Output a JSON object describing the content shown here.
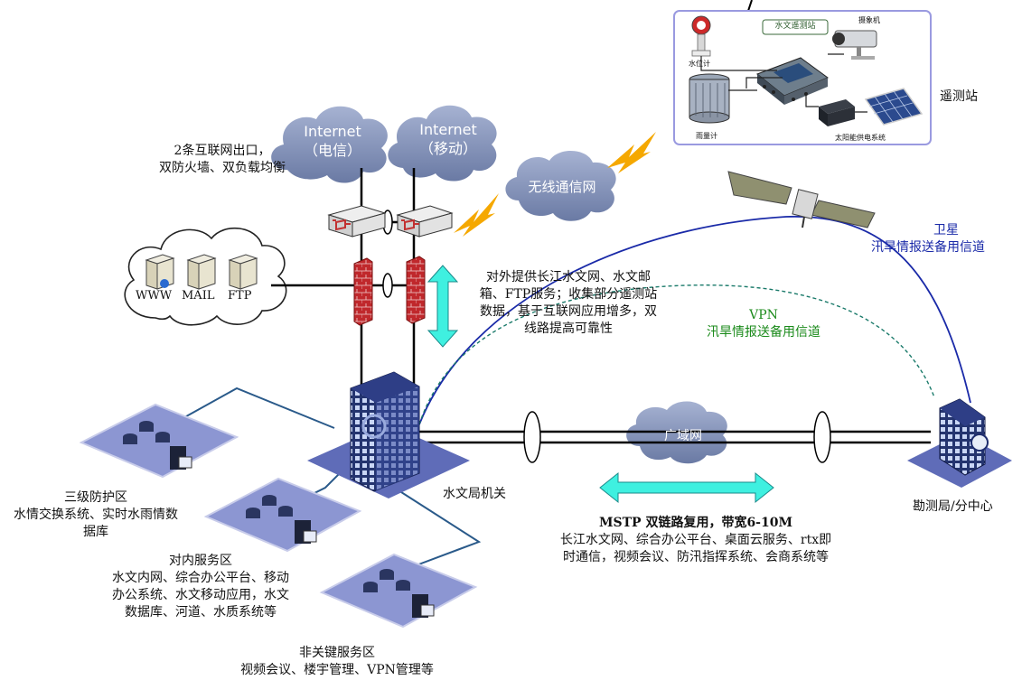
{
  "internet_telecom": {
    "line1": "Internet",
    "line2": "（电信）"
  },
  "internet_mobile": {
    "line1": "Internet",
    "line2": "（移动）"
  },
  "wireless_network": "无线通信网",
  "wan": "广域网",
  "internet_exit_note": {
    "line1": "2条互联网出口，",
    "line2": "双防火墙、双负载均衡"
  },
  "dmz_servers": {
    "www": "WWW",
    "mail": "MAIL",
    "ftp": "FTP"
  },
  "external_service_note": {
    "line1": "对外提供长江水文网、水文邮",
    "line2": "箱、FTP服务；收集部分遥测站",
    "line3": "数据，基于互联网应用增多，双",
    "line4": "线路提高可靠性"
  },
  "remote_station": {
    "label": "遥测站",
    "panel_title": "水文遥测站",
    "camera": "摄象机",
    "water_level_gauge": "水位计",
    "rain_gauge": "雨量计",
    "solar_power": "太阳能供电系统"
  },
  "satellite": {
    "line1": "卫星",
    "line2": "汛旱情报送备用信道"
  },
  "vpn": {
    "line1": "VPN",
    "line2": "汛旱情报送备用信道"
  },
  "hq_label": "水文局机关",
  "branch_label": "勘测局/分中心",
  "mstp": {
    "line1": "MSTP 双链路复用，带宽6-10M",
    "line2": "长江水文网、综合办公平台、桌面云服务、rtx即",
    "line3": "时通信，视频会议、防汛指挥系统、会商系统等"
  },
  "zone_level3": {
    "line1": "三级防护区",
    "line2": "水情交换系统、实时水雨情数",
    "line3": "据库"
  },
  "zone_internal": {
    "line1": "对内服务区",
    "line2": "水文内网、综合办公平台、移动",
    "line3": "办公系统、水文移动应用，水文",
    "line4": "数据库、河道、水质系统等"
  },
  "zone_noncritical": {
    "line1": "非关键服务区",
    "line2": "视频会议、楼宇管理、VPN管理等"
  },
  "colors": {
    "cloud": "#7f8fb5",
    "platform": "#8c96d2",
    "arrow": "#3ff0e0",
    "satellite_line": "#1a2aa8",
    "vpn_line": "#1a7a6a",
    "firewall": "#b8262a",
    "lightning": "#f5a800"
  }
}
